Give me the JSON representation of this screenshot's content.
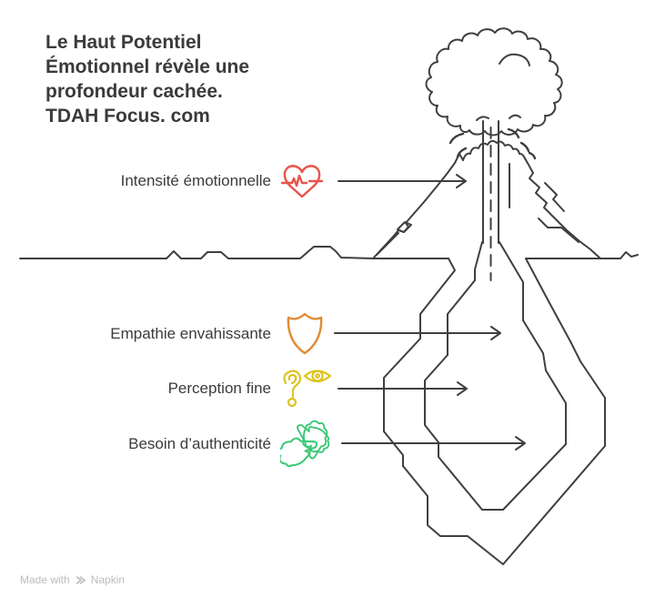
{
  "page": {
    "background": "#ffffff"
  },
  "title": {
    "lines": [
      "Le Haut Potentiel",
      "Émotionnel révèle une",
      "profondeur cachée.",
      "TDAH Focus. com"
    ],
    "color": "#3b3b3b"
  },
  "labels": [
    {
      "text": "Intensité émotionnelle",
      "icon": "heartbeat-heart-icon",
      "color": "#e8544a"
    },
    {
      "text": "Empathie envahissante",
      "icon": "shield-icon",
      "color": "#e28a33"
    },
    {
      "text": "Perception fine",
      "icon": "ear-eye-icon",
      "color": "#ddc31d"
    },
    {
      "text": "Besoin d’authenticité",
      "icon": "hands-together-icon",
      "color": "#3cc878"
    }
  ],
  "illustration": {
    "subject": "erupting volcano above the waterline with a large hidden iceberg depth below",
    "stroke_color": "#3f3f3f"
  },
  "footer": {
    "made_with": "Made with",
    "brand": "Napkin",
    "color": "#bcbcbc"
  }
}
